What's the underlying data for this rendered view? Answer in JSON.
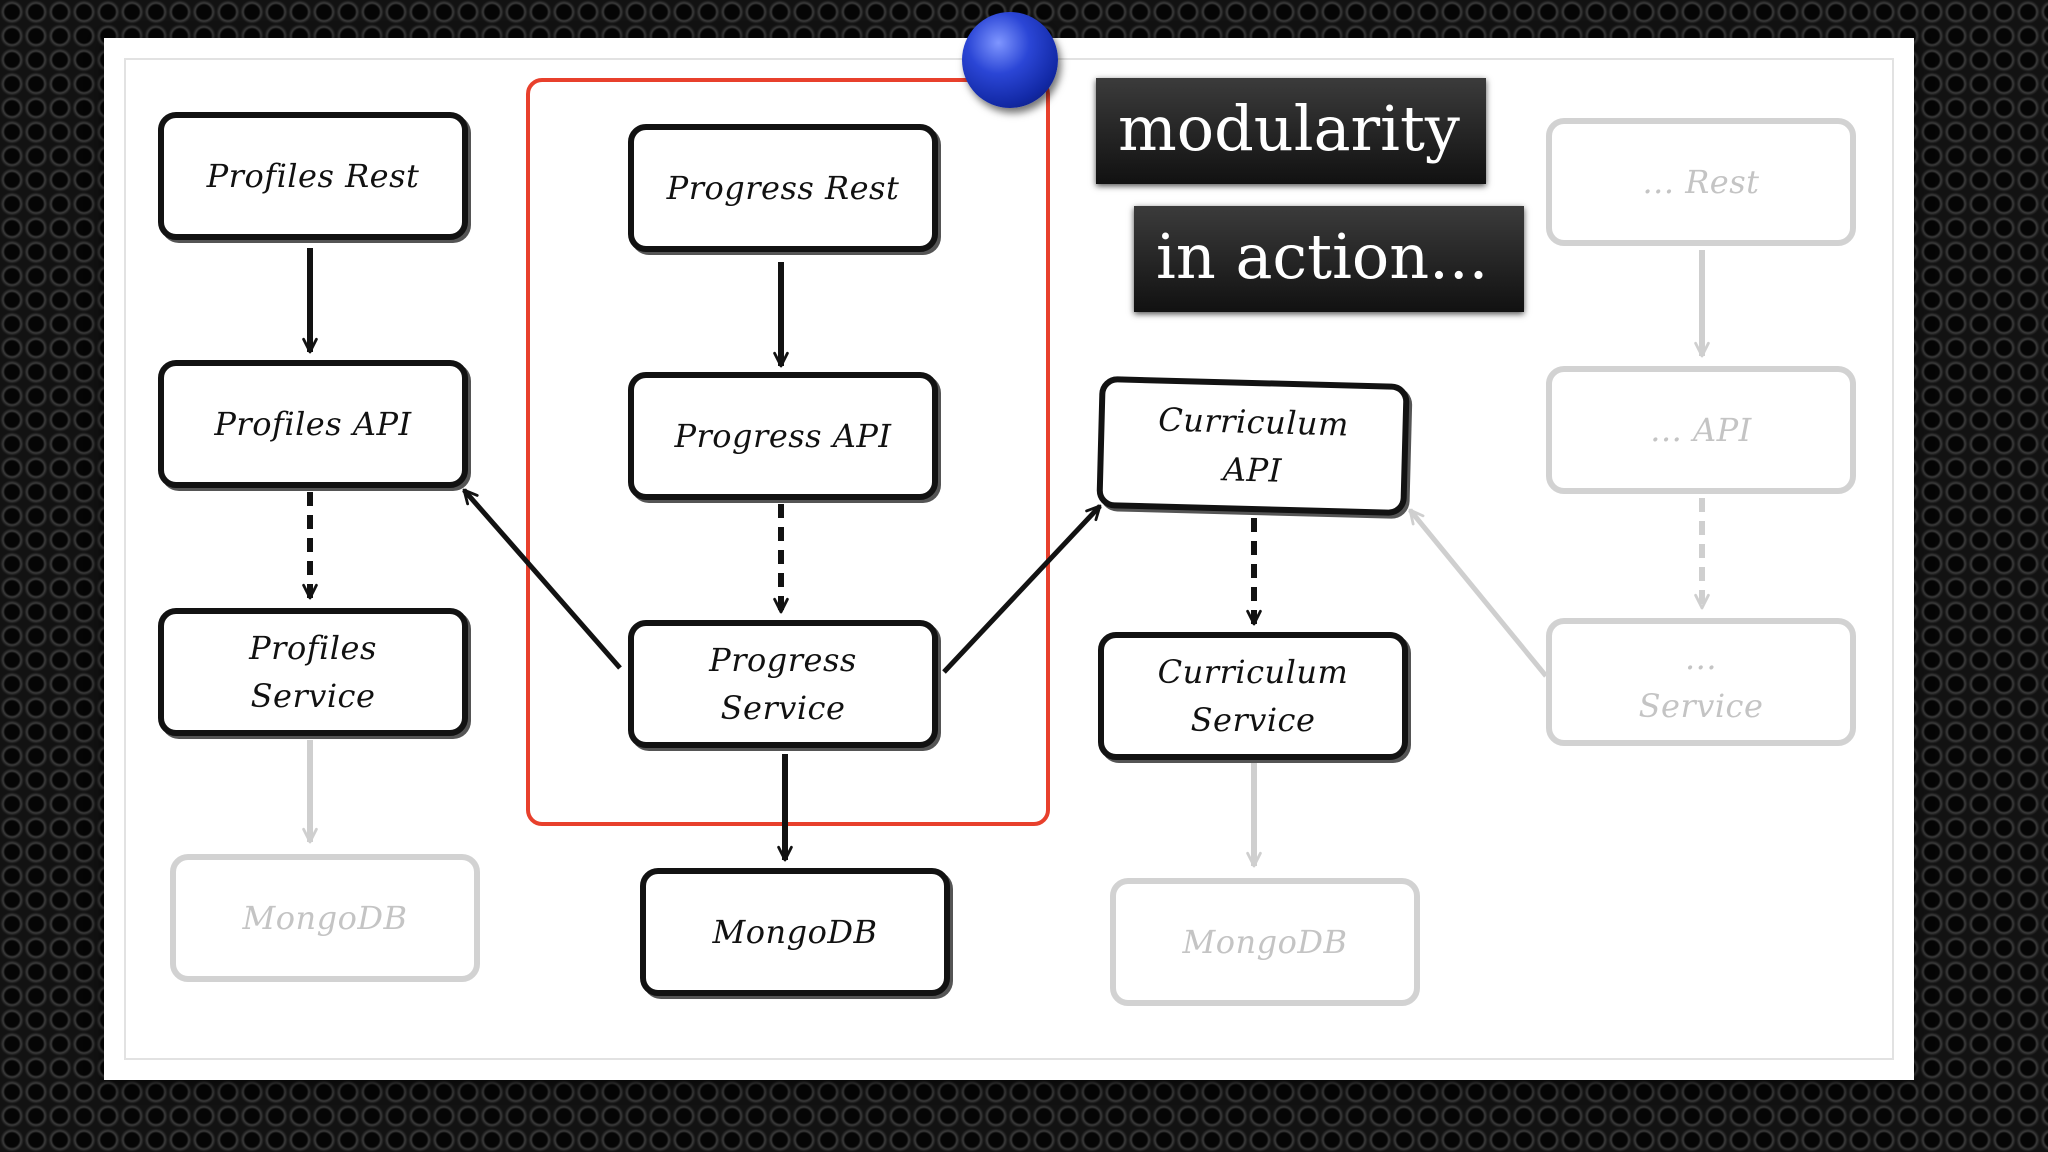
{
  "title": {
    "line1": "modularity",
    "line2": "in action..."
  },
  "nodes": {
    "profiles_rest": "Profiles Rest",
    "profiles_api": "Profiles API",
    "profiles_service": [
      "Profiles",
      "Service"
    ],
    "profiles_mongodb": "MongoDB",
    "progress_rest": "Progress Rest",
    "progress_api": "Progress API",
    "progress_service": [
      "Progress",
      "Service"
    ],
    "progress_mongodb": "MongoDB",
    "curriculum_api": [
      "Curriculum",
      "API"
    ],
    "curriculum_service": [
      "Curriculum",
      "Service"
    ],
    "curriculum_mongodb": "MongoDB",
    "generic_rest": "... Rest",
    "generic_api": "... API",
    "generic_service": [
      "...",
      "Service"
    ]
  },
  "colors": {
    "highlight": "#e8402c",
    "ink": "#121212",
    "faded": "#cfcfcf",
    "pin": "#1f3cc8"
  }
}
